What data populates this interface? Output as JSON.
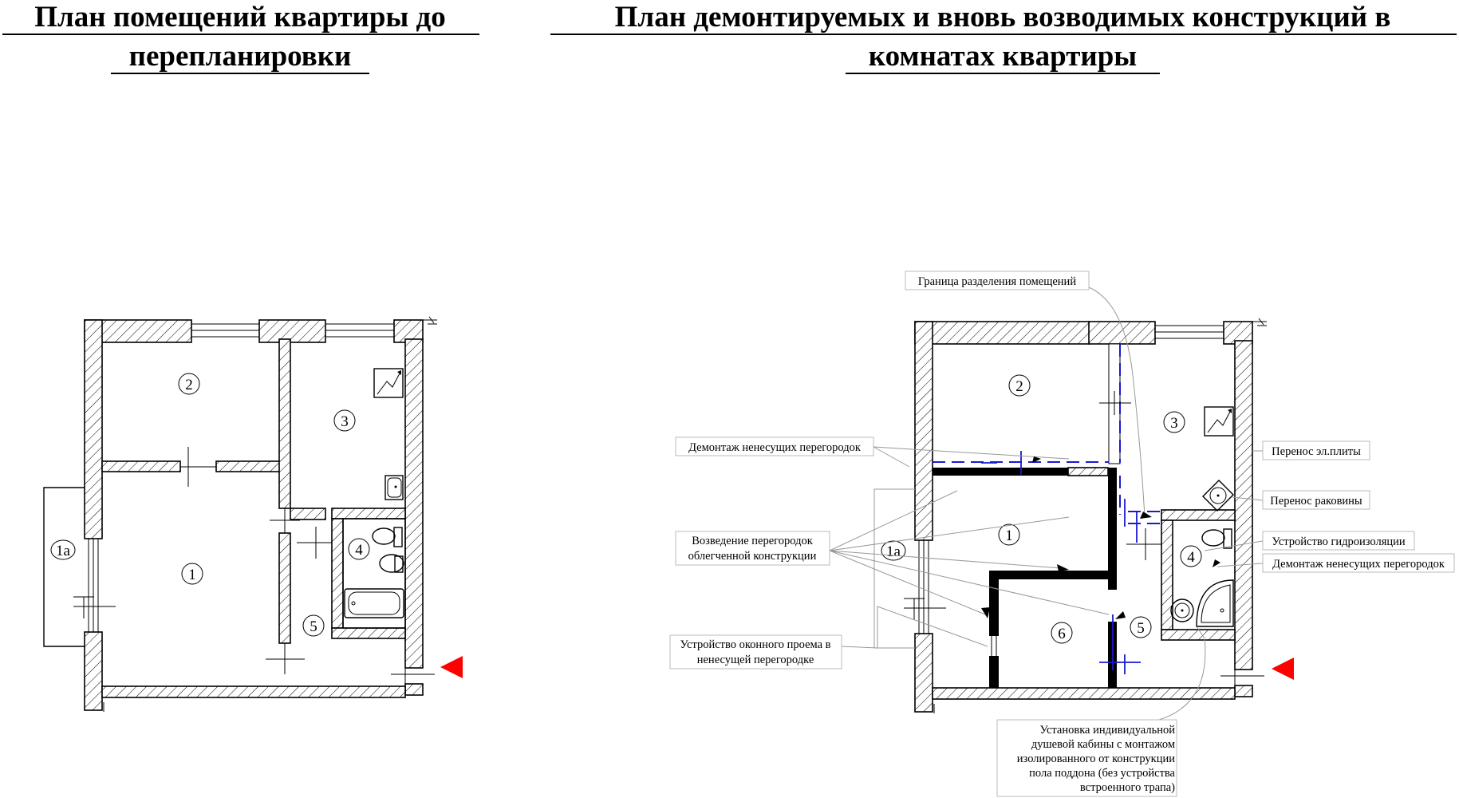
{
  "titles": {
    "left_line1": "План помещений квартиры до",
    "left_line2": "перепланировки",
    "right_line1": "План демонтируемых и вновь возводимых конструкций в",
    "right_line2": "комнатах квартиры"
  },
  "plan_before": {
    "rooms": [
      "1",
      "2",
      "3",
      "4",
      "5",
      "1а"
    ]
  },
  "plan_after": {
    "rooms": [
      "1",
      "2",
      "3",
      "4",
      "5",
      "6",
      "1а"
    ]
  },
  "callouts": {
    "boundary": "Граница разделения помещений",
    "demolish_left": "Демонтаж ненесущих перегородок",
    "build_line1": "Возведение перегородок",
    "build_line2": "облегченной конструкции",
    "window_line1": "Устройство оконного проема в",
    "window_line2": "ненесущей перегородке",
    "stove": "Перенос эл.плиты",
    "sink": "Перенос раковины",
    "waterproof": "Устройство гидроизоляции",
    "demolish_right": "Демонтаж ненесущих перегородок",
    "shower_line1": "Установка индивидуальной",
    "shower_line2": "душевой кабины с монтажом",
    "shower_line3": "изолированного от конструкции",
    "shower_line4": "пола поддона (без устройства",
    "shower_line5": "встроенного трапа)"
  },
  "colors": {
    "entrance_arrow": "#ff0000",
    "boundary_line": "#1a1ad0",
    "walls": "#000000"
  }
}
